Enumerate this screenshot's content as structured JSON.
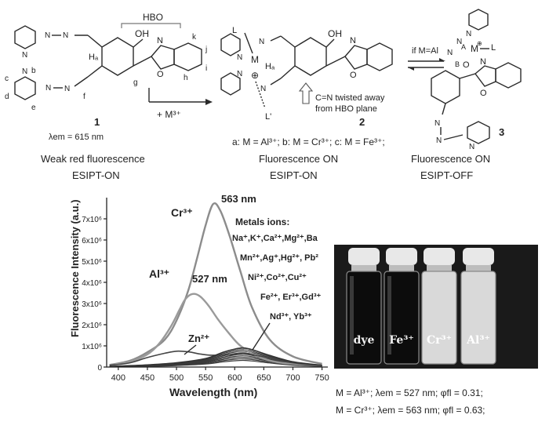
{
  "scheme": {
    "hbo_label": "HBO",
    "atom_labels": {
      "N": "N",
      "O": "O",
      "OH": "OH",
      "M": "M",
      "L": "L",
      "Lp": "L'",
      "plus": "⊕"
    },
    "letters": {
      "a": "a",
      "b": "b",
      "c": "c",
      "d": "d",
      "e": "e",
      "f": "f",
      "g": "g",
      "h": "h",
      "i": "i",
      "j": "j",
      "k": "k",
      "Ha": "Hₐ"
    },
    "compound1": {
      "number": "1",
      "lambda_em": "λem = 615 nm",
      "caption": "Weak red fluorescence",
      "sub": "ESIPT-ON"
    },
    "reagent": "+  M³⁺",
    "compound2": {
      "number": "2",
      "note_line1": "C=N twisted away",
      "note_line2": "from HBO plane",
      "variants": "a: M = Al³⁺; b: M = Cr³⁺; c: M = Fe³⁺;",
      "caption": "Fluorescence ON",
      "sub": "ESIPT-ON"
    },
    "equilibrium_label": "if M=Al",
    "compound3": {
      "number": "3",
      "ring_a": "A",
      "ring_b": "B",
      "caption": "Fluorescence ON",
      "sub": "ESIPT-OFF"
    }
  },
  "chart_data": {
    "type": "line",
    "xlabel": "Wavelength (nm)",
    "ylabel": "Fluorescence Intensity (a.u.)",
    "xlim": [
      380,
      760
    ],
    "ylim": [
      0,
      8000000
    ],
    "xticks": [
      400,
      450,
      500,
      550,
      600,
      650,
      700,
      750
    ],
    "yticks": [
      0,
      1000000,
      2000000,
      3000000,
      4000000,
      5000000,
      6000000,
      7000000
    ],
    "ytick_labels": [
      "0",
      "1x10⁶",
      "2x10⁶",
      "3x10⁶",
      "4x10⁶",
      "5x10⁶",
      "6x10⁶",
      "7x10⁶"
    ],
    "series": [
      {
        "name": "Cr³⁺",
        "peak_label": "563 nm",
        "x": [
          385,
          420,
          450,
          480,
          500,
          520,
          535,
          550,
          563,
          575,
          590,
          610,
          630,
          660,
          700,
          750
        ],
        "y": [
          100000,
          300000,
          700000,
          1300000,
          2200000,
          3600000,
          5100000,
          6700000,
          7700000,
          7400000,
          6300000,
          4500000,
          2800000,
          1300000,
          500000,
          150000
        ]
      },
      {
        "name": "Al³⁺",
        "peak_label": "527 nm",
        "x": [
          385,
          420,
          450,
          470,
          490,
          505,
          515,
          527,
          540,
          555,
          570,
          590,
          610,
          640,
          680,
          750
        ],
        "y": [
          100000,
          250000,
          600000,
          1100000,
          1900000,
          2700000,
          3200000,
          3450000,
          3350000,
          2900000,
          2300000,
          1600000,
          1000000,
          500000,
          200000,
          80000
        ]
      },
      {
        "name": "Zn²⁺",
        "x": [
          385,
          420,
          450,
          480,
          500,
          520,
          540,
          560,
          590,
          620,
          650,
          700,
          750
        ],
        "y": [
          80000,
          200000,
          450000,
          650000,
          750000,
          720000,
          620000,
          560000,
          580000,
          620000,
          480000,
          200000,
          70000
        ]
      },
      {
        "name": "dye",
        "x": [
          385,
          450,
          500,
          550,
          580,
          600,
          615,
          630,
          660,
          700,
          750
        ],
        "y": [
          30000,
          100000,
          200000,
          400000,
          700000,
          850000,
          900000,
          820000,
          550000,
          250000,
          80000
        ]
      }
    ],
    "metal_ions_title": "Metals ions:",
    "metal_ions_lines": [
      "Na⁺,K⁺,Ca²⁺,Mg²⁺,Ba",
      "Mn²⁺,Ag⁺,Hg²⁺, Pb²",
      "Ni²⁺,Co²⁺,Cu²⁺",
      "Fe²⁺, Er³⁺,Gd³⁺",
      "Nd³⁺, Yb³⁺"
    ]
  },
  "photo": {
    "vials": [
      "dye",
      "Fe³⁺",
      "Cr³⁺",
      "Al³⁺"
    ],
    "colors": {
      "background": "#1a1a1a",
      "cap": "#e8e8e8",
      "dark_solution": "#0c0c0c",
      "bright_solution": "#d9d9d9"
    }
  },
  "results": [
    "M = Al³⁺; λem = 527 nm; φfl = 0.31;",
    "M = Cr³⁺; λem = 563 nm; φfl = 0.63;"
  ]
}
